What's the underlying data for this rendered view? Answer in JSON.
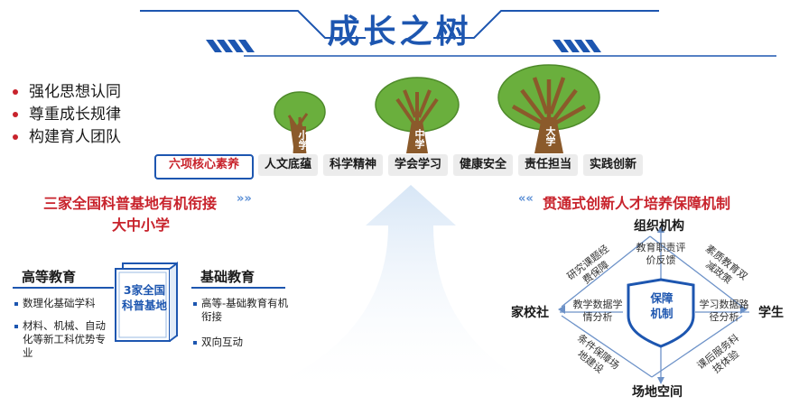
{
  "title": "成长之树",
  "goals": [
    "强化思想认同",
    "尊重成长规律",
    "构建育人团队"
  ],
  "trees": {
    "small": "小学",
    "middle": "中学",
    "university": "大学"
  },
  "core_label": "六项核心素养",
  "competencies": [
    "人文底蕴",
    "科学精神",
    "学会学习",
    "健康安全",
    "责任担当",
    "实践创新"
  ],
  "left_section": {
    "title_line1": "三家全国科普基地有机衔接",
    "title_line2": "大中小学",
    "higher_edu": {
      "title": "高等教育",
      "items": [
        "数理化基础学科",
        "材料、机械、自动化等新工科优势专业"
      ]
    },
    "book_label": "3家全国科普基地",
    "basic_edu": {
      "title": "基础教育",
      "items": [
        "高等-基础教育有机衔接",
        "双向互动"
      ]
    }
  },
  "right_section": {
    "title": "贯通式创新人才培养保障机制",
    "center": "保障机制",
    "nodes": {
      "top": "组织机构",
      "left": "家校社",
      "right": "学生",
      "bottom": "场地空间"
    },
    "inner": {
      "top": "教育职责评价反馈",
      "left": "教学数据学情分析",
      "right": "学习数据路径分析"
    },
    "diagonal": {
      "top_left": "研究课题经费保障",
      "top_right": "素质教育双减政策",
      "bottom_left": "条件保障场地建设",
      "bottom_right": "课后服务科技体验"
    }
  },
  "colors": {
    "brand_blue": "#1d56b0",
    "accent_red": "#c8232c",
    "tree_green": "#6aaf3d",
    "trunk_brown": "#8b5a2b"
  }
}
